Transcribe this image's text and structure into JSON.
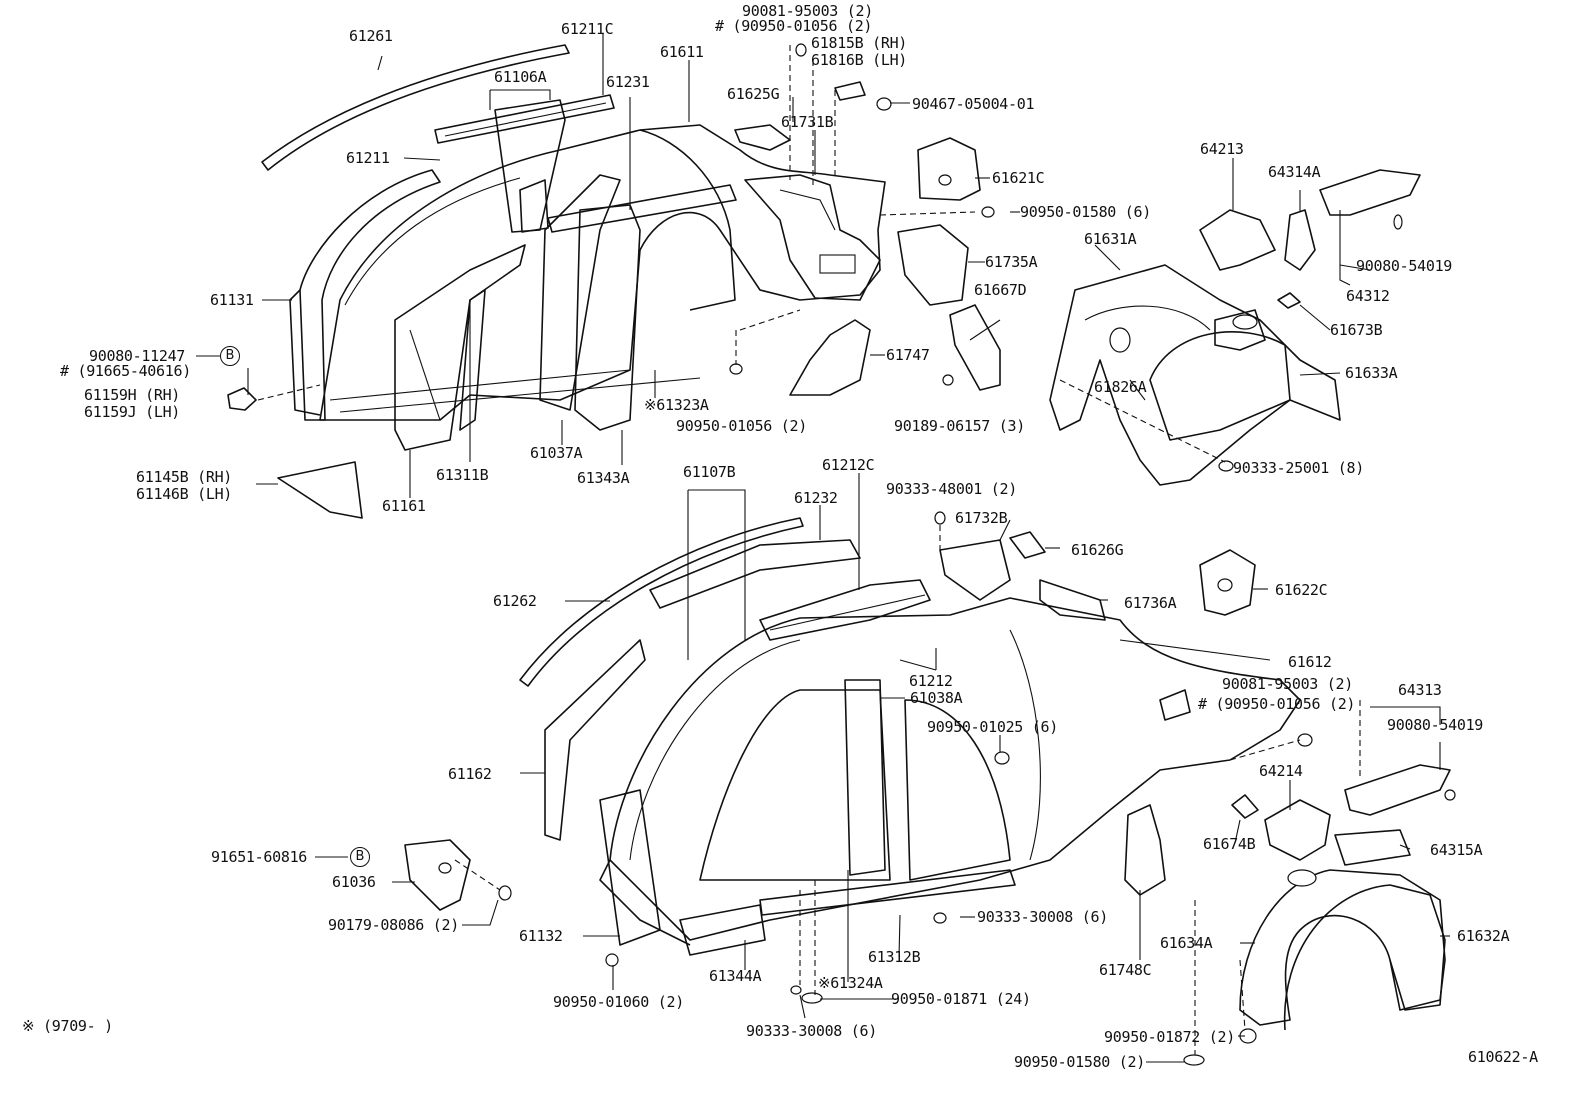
{
  "labels": {
    "p61261": "61261",
    "p61211c": "61211C",
    "p61106a": "61106A",
    "p61231": "61231",
    "p61611": "61611",
    "p90081_95003_top": "90081-95003 (2)",
    "p90950_01056_top": "# (90950-01056 (2)",
    "p61815b": "61815B (RH)",
    "p61816b": "61816B (LH)",
    "p61625g": "61625G",
    "p90467": "90467-05004-01",
    "p61731b": "61731B",
    "p61211": "61211",
    "p61621c": "61621C",
    "p64213": "64213",
    "p64314a": "64314A",
    "p90950_01580_6": "90950-01580 (6)",
    "p61631a": "61631A",
    "p61735a": "61735A",
    "p90080_54019_top": "90080-54019",
    "p61667d": "61667D",
    "p64312": "64312",
    "p61131": "61131",
    "p61673b": "61673B",
    "p90080_11247": "90080-11247",
    "p91665": "# (91665-40616)",
    "p61747": "61747",
    "p61826a": "61826A",
    "p61633a": "61633A",
    "p61159h": "61159H (RH)",
    "p61159j": "61159J (LH)",
    "p61323a": "※61323A",
    "p90950_01056_mid": "90950-01056 (2)",
    "p90189": "90189-06157 (3)",
    "p61037a": "61037A",
    "p90333_25001": "90333-25001 (8)",
    "p61311b": "61311B",
    "p61343a": "61343A",
    "p61145b": "61145B (RH)",
    "p61146b": "61146B (LH)",
    "p61161": "61161",
    "p61107b": "61107B",
    "p61212c": "61212C",
    "p61232": "61232",
    "p90333_48001": "90333-48001 (2)",
    "p61732b": "61732B",
    "p61626g": "61626G",
    "p61262": "61262",
    "p61736a": "61736A",
    "p61622c": "61622C",
    "p61212": "61212",
    "p61612": "61612",
    "p61038a": "61038A",
    "p90081_95003_bot": "90081-95003 (2)",
    "p64313": "64313",
    "p90950_01056_bot": "# (90950-01056 (2)",
    "p90950_01025": "90950-01025 (6)",
    "p90080_54019_bot": "90080-54019",
    "p61162": "61162",
    "p64214": "64214",
    "p61674b": "61674B",
    "p64315a": "64315A",
    "p91651": "91651-60816",
    "p61036": "61036",
    "p90179": "90179-08086 (2)",
    "p90333_30008_mid": "90333-30008 (6)",
    "p61132": "61132",
    "p61634a": "61634A",
    "p61632a": "61632A",
    "p61312b": "61312B",
    "p61748c": "61748C",
    "p61344a": "61344A",
    "p61324a": "※61324A",
    "p90950_01060": "90950-01060 (2)",
    "p90950_01871": "90950-01871 (24)",
    "p90333_30008_bot": "90333-30008 (6)",
    "p90950_01872": "90950-01872 (2)",
    "p90950_01580_2": "90950-01580 (2)",
    "footnote": "※ (9709-      )",
    "diagram_code": "610622-A"
  },
  "callout_letter": "B"
}
